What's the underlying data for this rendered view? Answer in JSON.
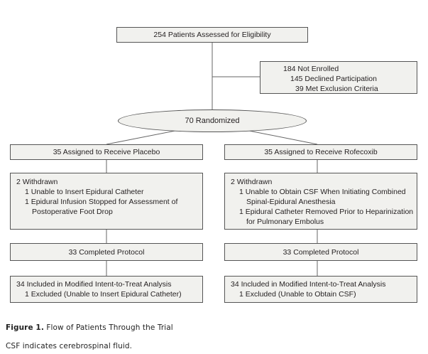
{
  "assessed": "254 Patients Assessed for Eligibility",
  "not_enrolled": {
    "title": "184 Not Enrolled",
    "items": [
      "145 Declined Participation",
      "39 Met Exclusion Criteria"
    ]
  },
  "randomized": "70 Randomized",
  "placebo": {
    "assigned": "35 Assigned to Receive Placebo",
    "withdrawn_title": "2 Withdrawn",
    "withdrawn_items": [
      "1 Unable to Insert Epidural Catheter",
      "1 Epidural Infusion Stopped for Assessment of",
      "Postoperative Foot Drop"
    ],
    "completed": "33 Completed Protocol",
    "analysis": "34 Included in Modified Intent-to-Treat Analysis",
    "excluded": "1 Excluded (Unable to Insert Epidural Catheter)"
  },
  "rofecoxib": {
    "assigned": "35 Assigned to Receive Rofecoxib",
    "withdrawn_title": "2 Withdrawn",
    "withdrawn_items": [
      "1 Unable to Obtain CSF When Initiating Combined",
      "Spinal-Epidural Anesthesia",
      "1 Epidural Catheter Removed Prior to Heparinization",
      "for Pulmonary Embolus"
    ],
    "completed": "33 Completed Protocol",
    "analysis": "34 Included in Modified Intent-to-Treat Analysis",
    "excluded": "1 Excluded (Unable to Obtain CSF)"
  },
  "caption": {
    "label": "Figure 1.",
    "title": "Flow of Patients Through the Trial",
    "note": "CSF indicates cerebrospinal fluid."
  }
}
